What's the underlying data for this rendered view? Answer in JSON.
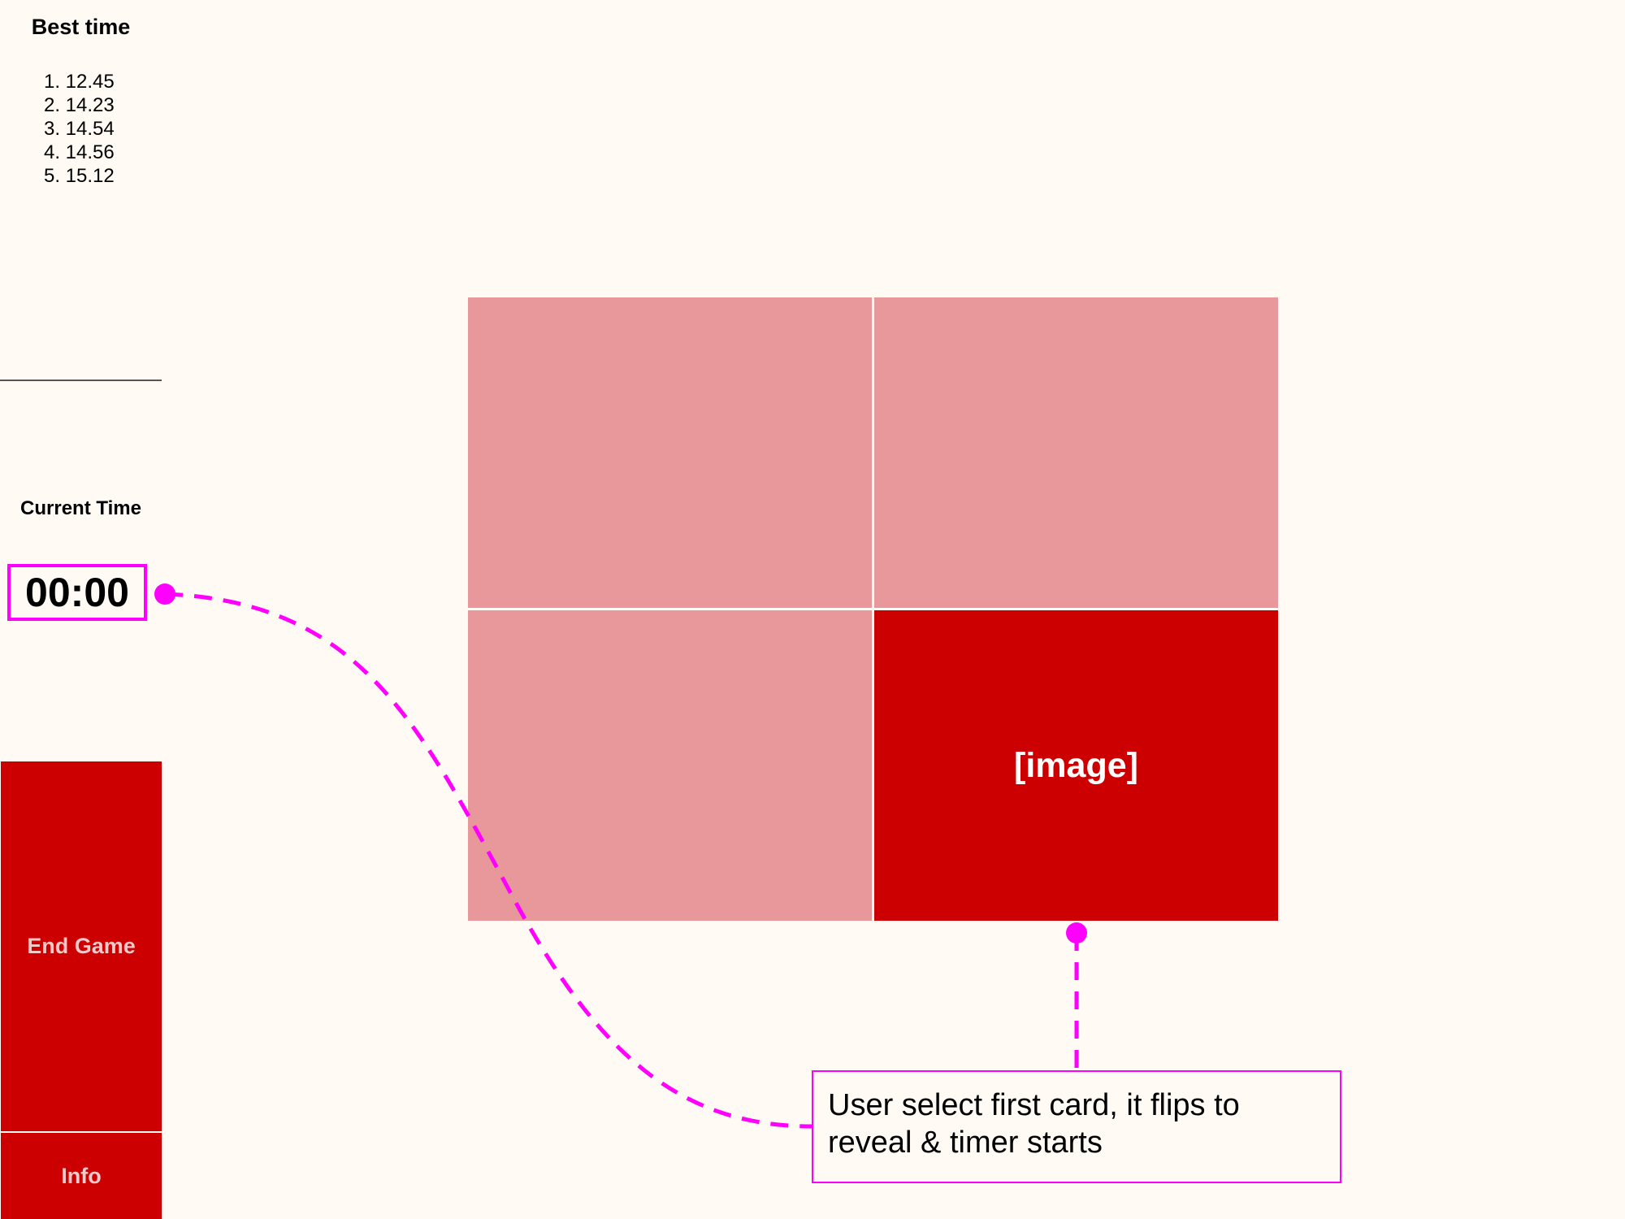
{
  "sidebar": {
    "best_time_title": "Best time",
    "best_times": [
      "1. 12.45",
      "2. 14.23",
      "3. 14.54",
      "4. 14.56",
      "5. 15.12"
    ],
    "current_time_title": "Current Time",
    "timer_value": "00:00",
    "end_game_label": "End Game",
    "info_label": "Info"
  },
  "board": {
    "revealed_card_label": "[image]"
  },
  "annotation": {
    "text": "User select first card, it flips to reveal & timer starts"
  },
  "colors": {
    "background": "#fffbf4",
    "card_back": "#e8989a",
    "card_revealed": "#cc0000",
    "button": "#cc0000",
    "button_text": "#f6c9c9",
    "annotation": "#ff00ff"
  }
}
